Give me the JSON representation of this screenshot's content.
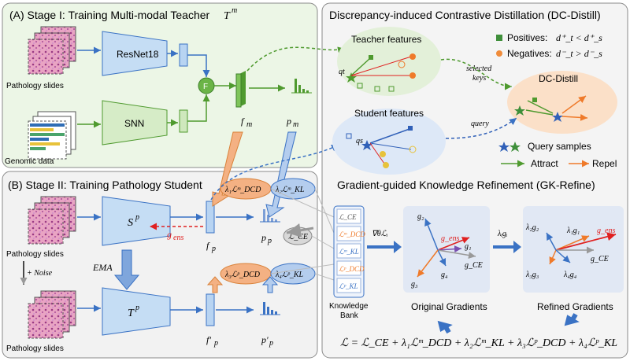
{
  "stage1": {
    "title": "(A) Stage I: Training Multi-modal Teacher",
    "title_sym": "T",
    "title_sup": "m",
    "slides_label": "Pathology slides",
    "genomic_label": "Genomic data",
    "resnet": "ResNet18",
    "snn": "SNN",
    "fuse": "F",
    "f_m": "f",
    "f_m_sub": "m",
    "p_m": "p",
    "p_m_sub": "m"
  },
  "stage2": {
    "title": "(B) Stage II: Training Pathology Student",
    "slides_label_1": "Pathology slides",
    "slides_label_2": "Pathology slides",
    "noise": "+ Noise",
    "ema": "EMA",
    "student": "S",
    "student_sup": "p",
    "teacher": "T",
    "teacher_sup": "p",
    "g_ens": "g",
    "g_ens_sub": "ens",
    "f_p": "f",
    "f_p_sub": "p",
    "p_p": "p",
    "p_p_sub": "p",
    "f_p2": "f'",
    "f_p2_sub": "p",
    "p_p2": "p'",
    "p_p2_sub": "p",
    "loss_dcd_m": "λ₁ℒᵐ_DCD",
    "loss_kl_m": "λ₂ℒᵐ_KL",
    "loss_ce": "ℒ_CE",
    "loss_dcd_p": "λ₃ℒᵖ_DCD",
    "loss_kl_p": "λ₄ℒᵖ_KL"
  },
  "dc": {
    "title": "Discrepancy-induced Contrastive Distillation (DC-Distill)",
    "teacher_features": "Teacher features",
    "student_features": "Student features",
    "positives": "Positives:",
    "positives_rule": "d⁺_t < d⁺_s",
    "negatives": "Negatives:",
    "negatives_rule": "d⁻_t > d⁻_s",
    "selected_keys_1": "selected",
    "selected_keys_2": "keys",
    "query": "query",
    "distill": "DC-Distill",
    "query_samples": "Query samples",
    "attract": "Attract",
    "repel": "Repel",
    "colors": {
      "positive": "#3f8f3a",
      "negative": "#f08c3a",
      "query": "#3060b8"
    }
  },
  "gk": {
    "title": "Gradient-guided Knowledge Refinement (GK-Refine)",
    "bank_items": [
      "ℒ_CE",
      "ℒᵐ_DCD",
      "ℒᵐ_KL",
      "ℒᵖ_DCD",
      "ℒᵖ_KL"
    ],
    "bank_label_1": "Knowledge",
    "bank_label_2": "Bank",
    "grad_op": "∇θℒᵢ",
    "scale_op": "λᵢgᵢ",
    "orig": "Original Gradients",
    "refined": "Refined Gradients",
    "g_labels": [
      "g₂",
      "g_ens",
      "g₁",
      "g_CE",
      "g₄",
      "g₃"
    ],
    "r_labels": [
      "λ₂g₂",
      "λ₁g₁",
      "g_ens",
      "g_CE",
      "λ₃g₃",
      "λ₄g₄"
    ],
    "total_loss": "ℒ = ℒ_CE + λ₁ℒᵐ_DCD + λ₂ℒᵐ_KL + λ₃ℒᵖ_DCD + λ₄ℒᵖ_KL"
  }
}
